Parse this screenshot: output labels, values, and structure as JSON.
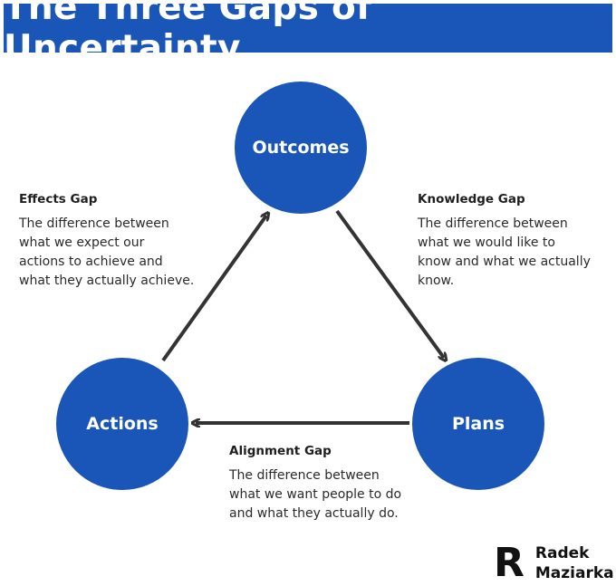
{
  "title": "The Three Gaps of Uncertainty",
  "nodes": {
    "outcomes": "Outcomes",
    "actions": "Actions",
    "plans": "Plans"
  },
  "gaps": {
    "effects": {
      "title": "Effects Gap",
      "lines": [
        "The difference between",
        "what we expect our",
        "actions to achieve and",
        "what they actually achieve."
      ]
    },
    "knowledge": {
      "title": "Knowledge Gap",
      "lines": [
        "The difference between",
        "what we would like to",
        "know and what we actually",
        "know."
      ]
    },
    "alignment": {
      "title": "Alignment Gap",
      "lines": [
        "The difference between",
        "what we want people to do",
        "and what they actually do."
      ]
    }
  },
  "brand": {
    "mark": "R",
    "first": "Radek",
    "last": "Maziarka"
  },
  "colors": {
    "accent": "#1a56b8",
    "arrow": "#333333"
  }
}
